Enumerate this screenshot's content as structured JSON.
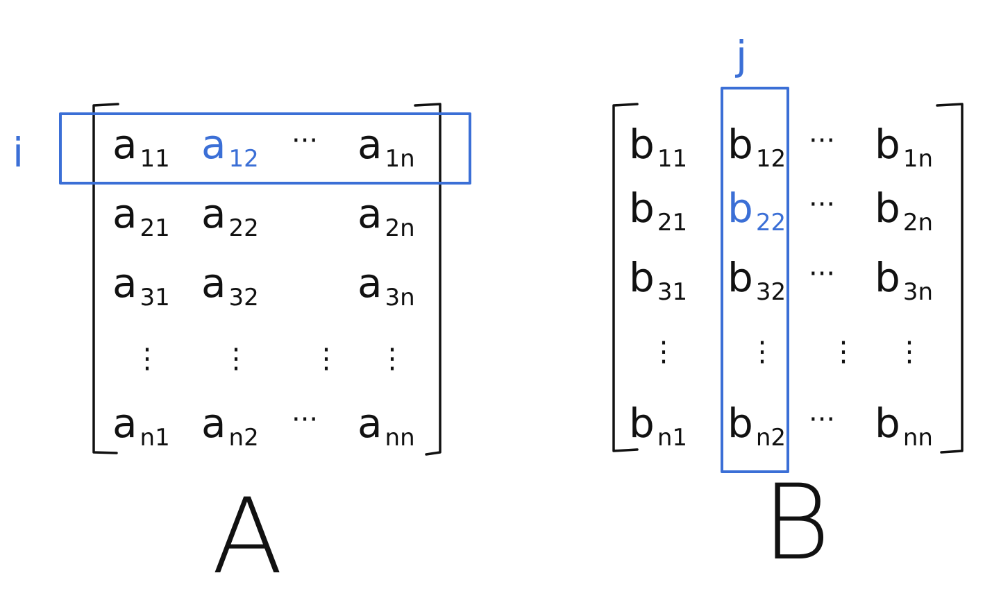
{
  "colors": {
    "ink": "#111111",
    "highlight": "#3b6fd6",
    "background": "#ffffff"
  },
  "matrix_a": {
    "label": "A",
    "row_label": "i",
    "rows": [
      [
        {
          "base": "a",
          "sub": "11",
          "hl": false
        },
        {
          "base": "a",
          "sub": "12",
          "hl": true
        },
        {
          "dots": "···"
        },
        {
          "base": "a",
          "sub": "1n",
          "hl": false
        }
      ],
      [
        {
          "base": "a",
          "sub": "21",
          "hl": false
        },
        {
          "base": "a",
          "sub": "22",
          "hl": false
        },
        {
          "dots": ""
        },
        {
          "base": "a",
          "sub": "2n",
          "hl": false
        }
      ],
      [
        {
          "base": "a",
          "sub": "31",
          "hl": false
        },
        {
          "base": "a",
          "sub": "32",
          "hl": false
        },
        {
          "dots": ""
        },
        {
          "base": "a",
          "sub": "3n",
          "hl": false
        }
      ],
      [
        {
          "vdots": "⋮"
        },
        {
          "vdots": "⋮"
        },
        {
          "vdots": "⋮"
        },
        {
          "vdots": "⋮"
        }
      ],
      [
        {
          "base": "a",
          "sub": "n1",
          "hl": false
        },
        {
          "base": "a",
          "sub": "n2",
          "hl": false
        },
        {
          "dots": "···"
        },
        {
          "base": "a",
          "sub": "nn",
          "hl": false
        }
      ]
    ]
  },
  "matrix_b": {
    "label": "B",
    "col_label": "j",
    "rows": [
      [
        {
          "base": "b",
          "sub": "11",
          "hl": false
        },
        {
          "base": "b",
          "sub": "12",
          "hl": false
        },
        {
          "dots": "···"
        },
        {
          "base": "b",
          "sub": "1n",
          "hl": false
        }
      ],
      [
        {
          "base": "b",
          "sub": "21",
          "hl": false
        },
        {
          "base": "b",
          "sub": "22",
          "hl": true
        },
        {
          "dots": "···"
        },
        {
          "base": "b",
          "sub": "2n",
          "hl": false
        }
      ],
      [
        {
          "base": "b",
          "sub": "31",
          "hl": false
        },
        {
          "base": "b",
          "sub": "32",
          "hl": false
        },
        {
          "dots": "···"
        },
        {
          "base": "b",
          "sub": "3n",
          "hl": false
        }
      ],
      [
        {
          "vdots": "⋮"
        },
        {
          "vdots": "⋮"
        },
        {
          "vdots": "⋮"
        },
        {
          "vdots": "⋮"
        }
      ],
      [
        {
          "base": "b",
          "sub": "n1",
          "hl": false
        },
        {
          "base": "b",
          "sub": "n2",
          "hl": false
        },
        {
          "dots": "···"
        },
        {
          "base": "b",
          "sub": "nn",
          "hl": false
        }
      ]
    ]
  }
}
